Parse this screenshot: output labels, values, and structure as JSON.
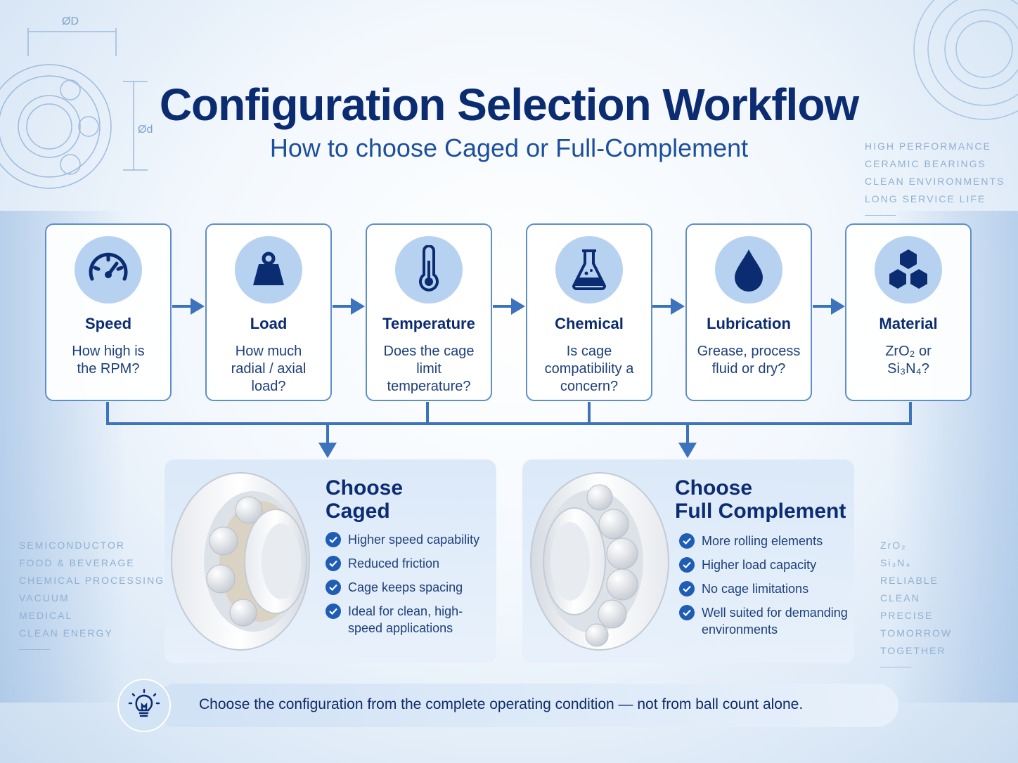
{
  "header": {
    "title": "Configuration Selection Workflow",
    "subtitle": "How to choose Caged or Full-Complement"
  },
  "blueprint_labels": {
    "outer_diameter": "ØD",
    "inner_diameter": "Ød"
  },
  "top_right_tags": [
    "HIGH PERFORMANCE",
    "CERAMIC BEARINGS",
    "CLEAN ENVIRONMENTS",
    "LONG SERVICE LIFE"
  ],
  "left_industries": [
    "SEMICONDUCTOR",
    "FOOD & BEVERAGE",
    "CHEMICAL PROCESSING",
    "VACUUM",
    "MEDICAL",
    "CLEAN ENERGY"
  ],
  "right_tags": [
    "ZrO₂",
    "Si₃N₄",
    "RELIABLE",
    "CLEAN",
    "PRECISE",
    "TOMORROW TOGETHER"
  ],
  "steps": [
    {
      "label": "Speed",
      "question": "How high is the RPM?",
      "icon": "speedometer-icon"
    },
    {
      "label": "Load",
      "question": "How much radial / axial load?",
      "icon": "weight-icon"
    },
    {
      "label": "Temperature",
      "question": "Does the cage limit temperature?",
      "icon": "thermometer-icon"
    },
    {
      "label": "Chemical",
      "question": "Is cage compatibility a concern?",
      "icon": "flask-icon"
    },
    {
      "label": "Lubrication",
      "question": "Grease, process fluid or dry?",
      "icon": "droplet-icon"
    },
    {
      "label": "Material",
      "question": "ZrO₂ or Si₃N₄?",
      "icon": "hexagons-icon"
    }
  ],
  "results": {
    "caged": {
      "heading_line1": "Choose",
      "heading_line2": "Caged",
      "benefits": [
        "Higher speed capability",
        "Reduced friction",
        "Cage keeps spacing",
        "Ideal for clean, high-speed applications"
      ]
    },
    "full": {
      "heading_line1": "Choose",
      "heading_line2": "Full Complement",
      "benefits": [
        "More rolling elements",
        "Higher load capacity",
        "No cage limitations",
        "Well suited for demanding environments"
      ]
    }
  },
  "tip": {
    "text": "Choose the configuration from the complete operating condition — not from ball count alone.",
    "icon": "lightbulb-icon"
  },
  "colors": {
    "navy": "#0c2c72",
    "accent": "#1f5cb4",
    "line": "#3d72bd",
    "icon_bg": "#b7d2f0"
  }
}
